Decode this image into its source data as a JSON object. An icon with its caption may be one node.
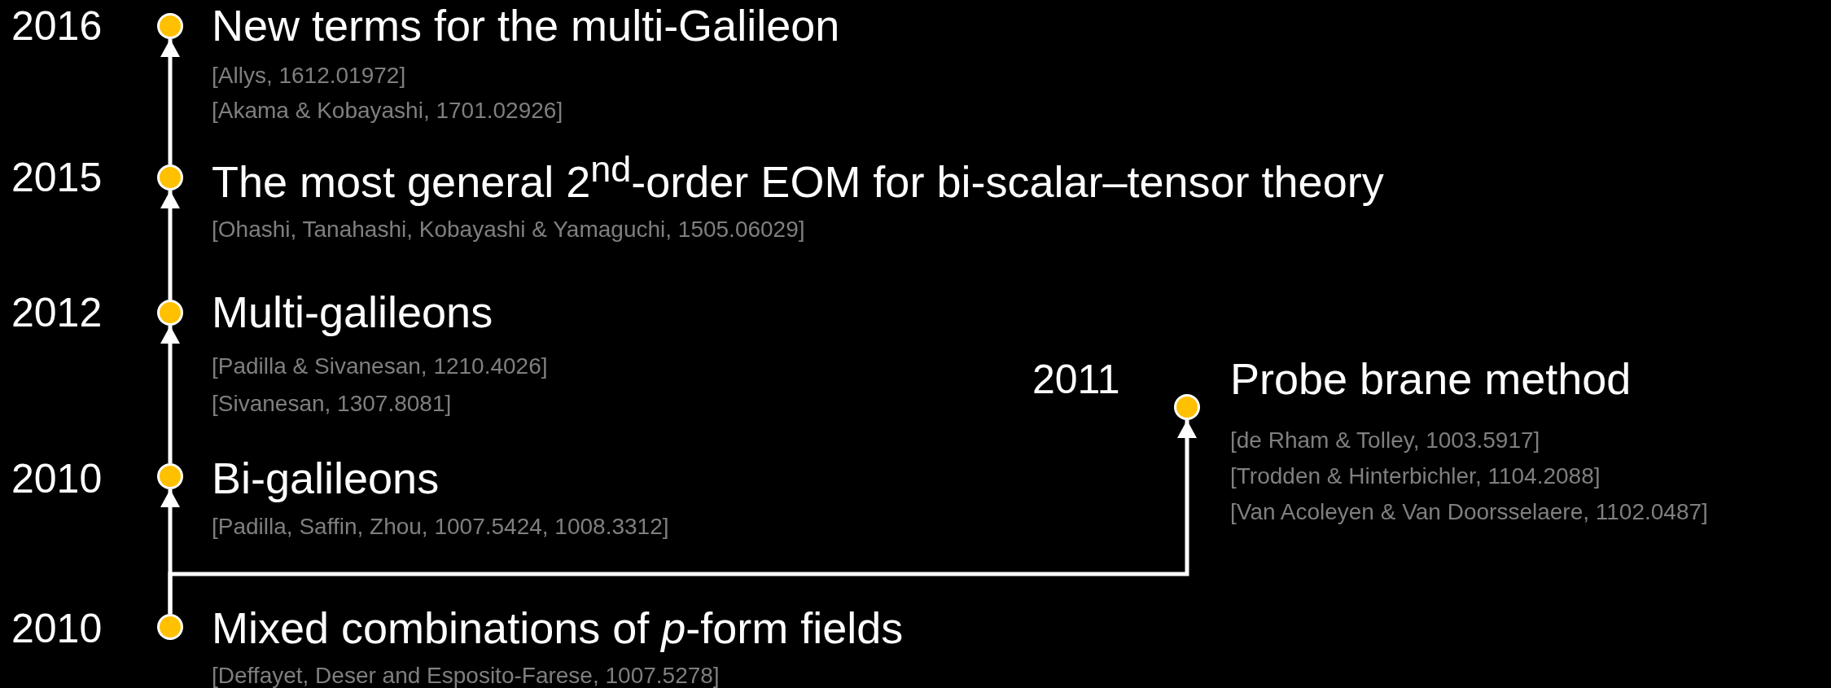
{
  "diagram": {
    "nodes": [
      {
        "text": [],
        "shape": "circle",
        "beside": [
          "2016",
          "New terms for the multi-Galileon",
          "[Allys, 1612.01972]",
          "[Akama & Kobayashi, 1701.02926]"
        ]
      },
      {
        "text": [],
        "shape": "circle",
        "beside": [
          "2015",
          "The most general 2$^{nd}$-order EOM for bi-scalar–tensor theory",
          "[Ohashi, Tanahashi, Kobayashi & Yamaguchi, 1505.06029]"
        ]
      },
      {
        "text": [],
        "shape": "circle",
        "beside": [
          "2012",
          "Multi-galileons",
          "[Padilla & Sivanesan, 1210.4026]",
          "[Sivanesan, 1307.8081]"
        ]
      },
      {
        "text": [],
        "shape": "circle",
        "beside": [
          "2011",
          "Probe brane method",
          "[de Rham & Tolley, 1003.5917]",
          "[Trodden & Hinterbichler, 1104.2088]",
          "[Van Acoleyen & Van Doorsselaere, 1102.0487]"
        ]
      },
      {
        "text": [],
        "shape": "circle",
        "beside": [
          "2010",
          "Bi-galileons",
          "[Padilla, Saffin,  Zhou, 1007.5424, 1008.3312]"
        ]
      },
      {
        "text": [],
        "shape": "circle",
        "beside": [
          "2010",
          "Mixed combinations of *p*-form fields",
          "[Deffayet, Deser and Esposito-Farese, 1007.5278]"
        ]
      }
    ],
    "edges": [
      {
        "from": 5,
        "to": 4,
        "arrow": "to"
      },
      {
        "from": 4,
        "to": 2,
        "arrow": "to"
      },
      {
        "from": 2,
        "to": 1,
        "arrow": "to"
      },
      {
        "from": 1,
        "to": 0,
        "arrow": "to"
      },
      {
        "from": 5,
        "to": 3,
        "arrow": "to"
      }
    ]
  }
}
